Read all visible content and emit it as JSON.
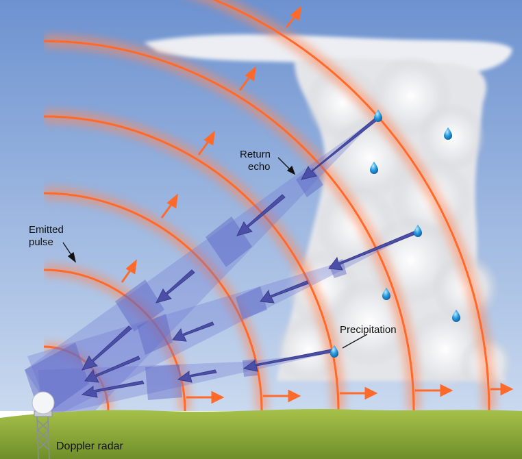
{
  "diagram": {
    "labels": {
      "return_echo_line1": "Return",
      "return_echo_line2": "echo",
      "emitted_pulse_line1": "Emitted",
      "emitted_pulse_line2": "pulse",
      "precipitation": "Precipitation",
      "doppler_radar": "Doppler radar"
    },
    "colors": {
      "sky_top": "#6d92d0",
      "sky_bottom": "#c9d9ef",
      "pulse_front": "#ff6a2a",
      "echo_arrow": "#4b4fa8",
      "echo_beam": "#7f88d8",
      "raindrop": "#2a9ee0",
      "ground": "#8aa838"
    },
    "icons": [
      "radar-dome-icon",
      "raindrop-icon",
      "up-right-arrow-icon",
      "right-arrow-icon",
      "echo-arrow-icon"
    ]
  }
}
